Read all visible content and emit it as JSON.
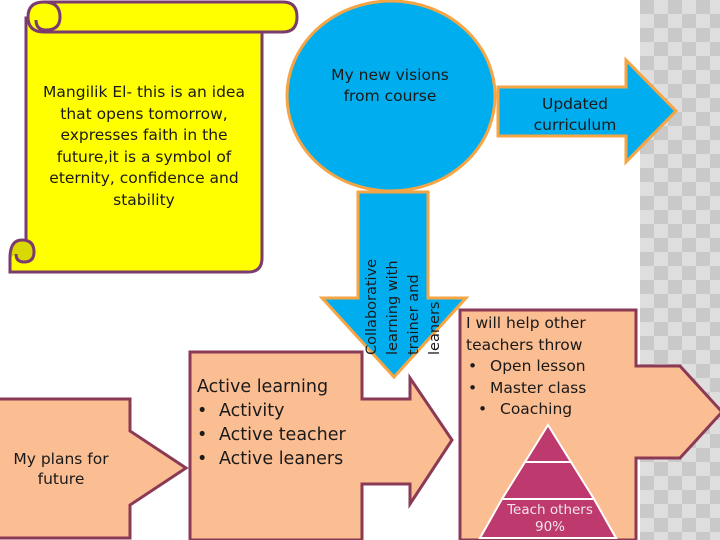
{
  "scroll": {
    "text": "Mangilik El- this is an idea that opens tomorrow, expresses faith in the future,it is a symbol of eternity, confidence and stability"
  },
  "circle": {
    "text": "My new visions from course"
  },
  "updated_arrow": {
    "text": "Updated curriculum"
  },
  "down_arrow": {
    "text": "Collaborative learning with trainer and leaners"
  },
  "plans_arrow": {
    "text": "My plans for future"
  },
  "active_learning": {
    "title": "Active learning",
    "items": [
      "Activity",
      "Active teacher",
      "Active leaners"
    ]
  },
  "help": {
    "title": "I will help other teachers throw",
    "items": [
      "Open lesson",
      "Master class",
      "Coaching"
    ]
  },
  "pyramid": {
    "label": "Teach others 90%"
  },
  "colors": {
    "scroll_fill": "#ffff00",
    "scroll_border": "#7b3b6e",
    "circle_fill": "#00aeef",
    "circle_border": "#f6a544",
    "arrow_blue": "#00aeef",
    "arrow_peach": "#fbbd92",
    "peach_border": "#8b3a55",
    "pyramid_fill": "#be3a6e"
  }
}
